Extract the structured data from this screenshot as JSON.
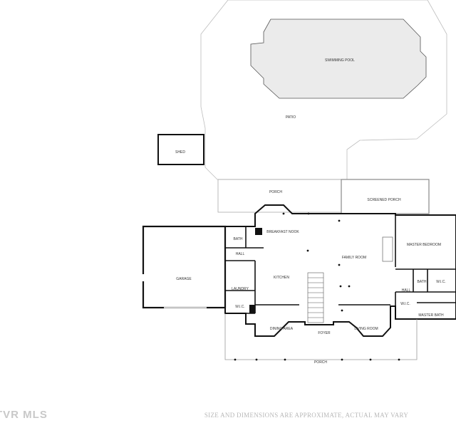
{
  "rooms": {
    "swimming_pool": "SWIMMING POOL",
    "patio": "PATIO",
    "shed": "SHED",
    "porch_rear": "PORCH",
    "screened_porch": "SCREENED PORCH",
    "breakfast_nook": "BREAKFAST NOOK",
    "bath": "BATH",
    "hall_left": "HALL",
    "family_room": "FAMILY ROOM",
    "master_bedroom": "MASTER BEDROOM",
    "garage": "GARAGE",
    "kitchen": "KITCHEN",
    "laundry": "LAUNDRY",
    "bath_master": "BATH",
    "wic_master": "W.I.C.",
    "hall_right": "HALL",
    "master_bath": "MASTER BATH",
    "wic_right": "W.I.C.",
    "wic_left": "W.I.C.",
    "dining_area": "DINING AREA",
    "foyer": "FOYER",
    "living_room": "LIVING ROOM",
    "porch_front": "PORCH"
  },
  "footer": {
    "disclaimer": "SIZE AND DIMENSIONS ARE APPROXIMATE, ACTUAL MAY VARY",
    "logo": "TVR MLS"
  }
}
